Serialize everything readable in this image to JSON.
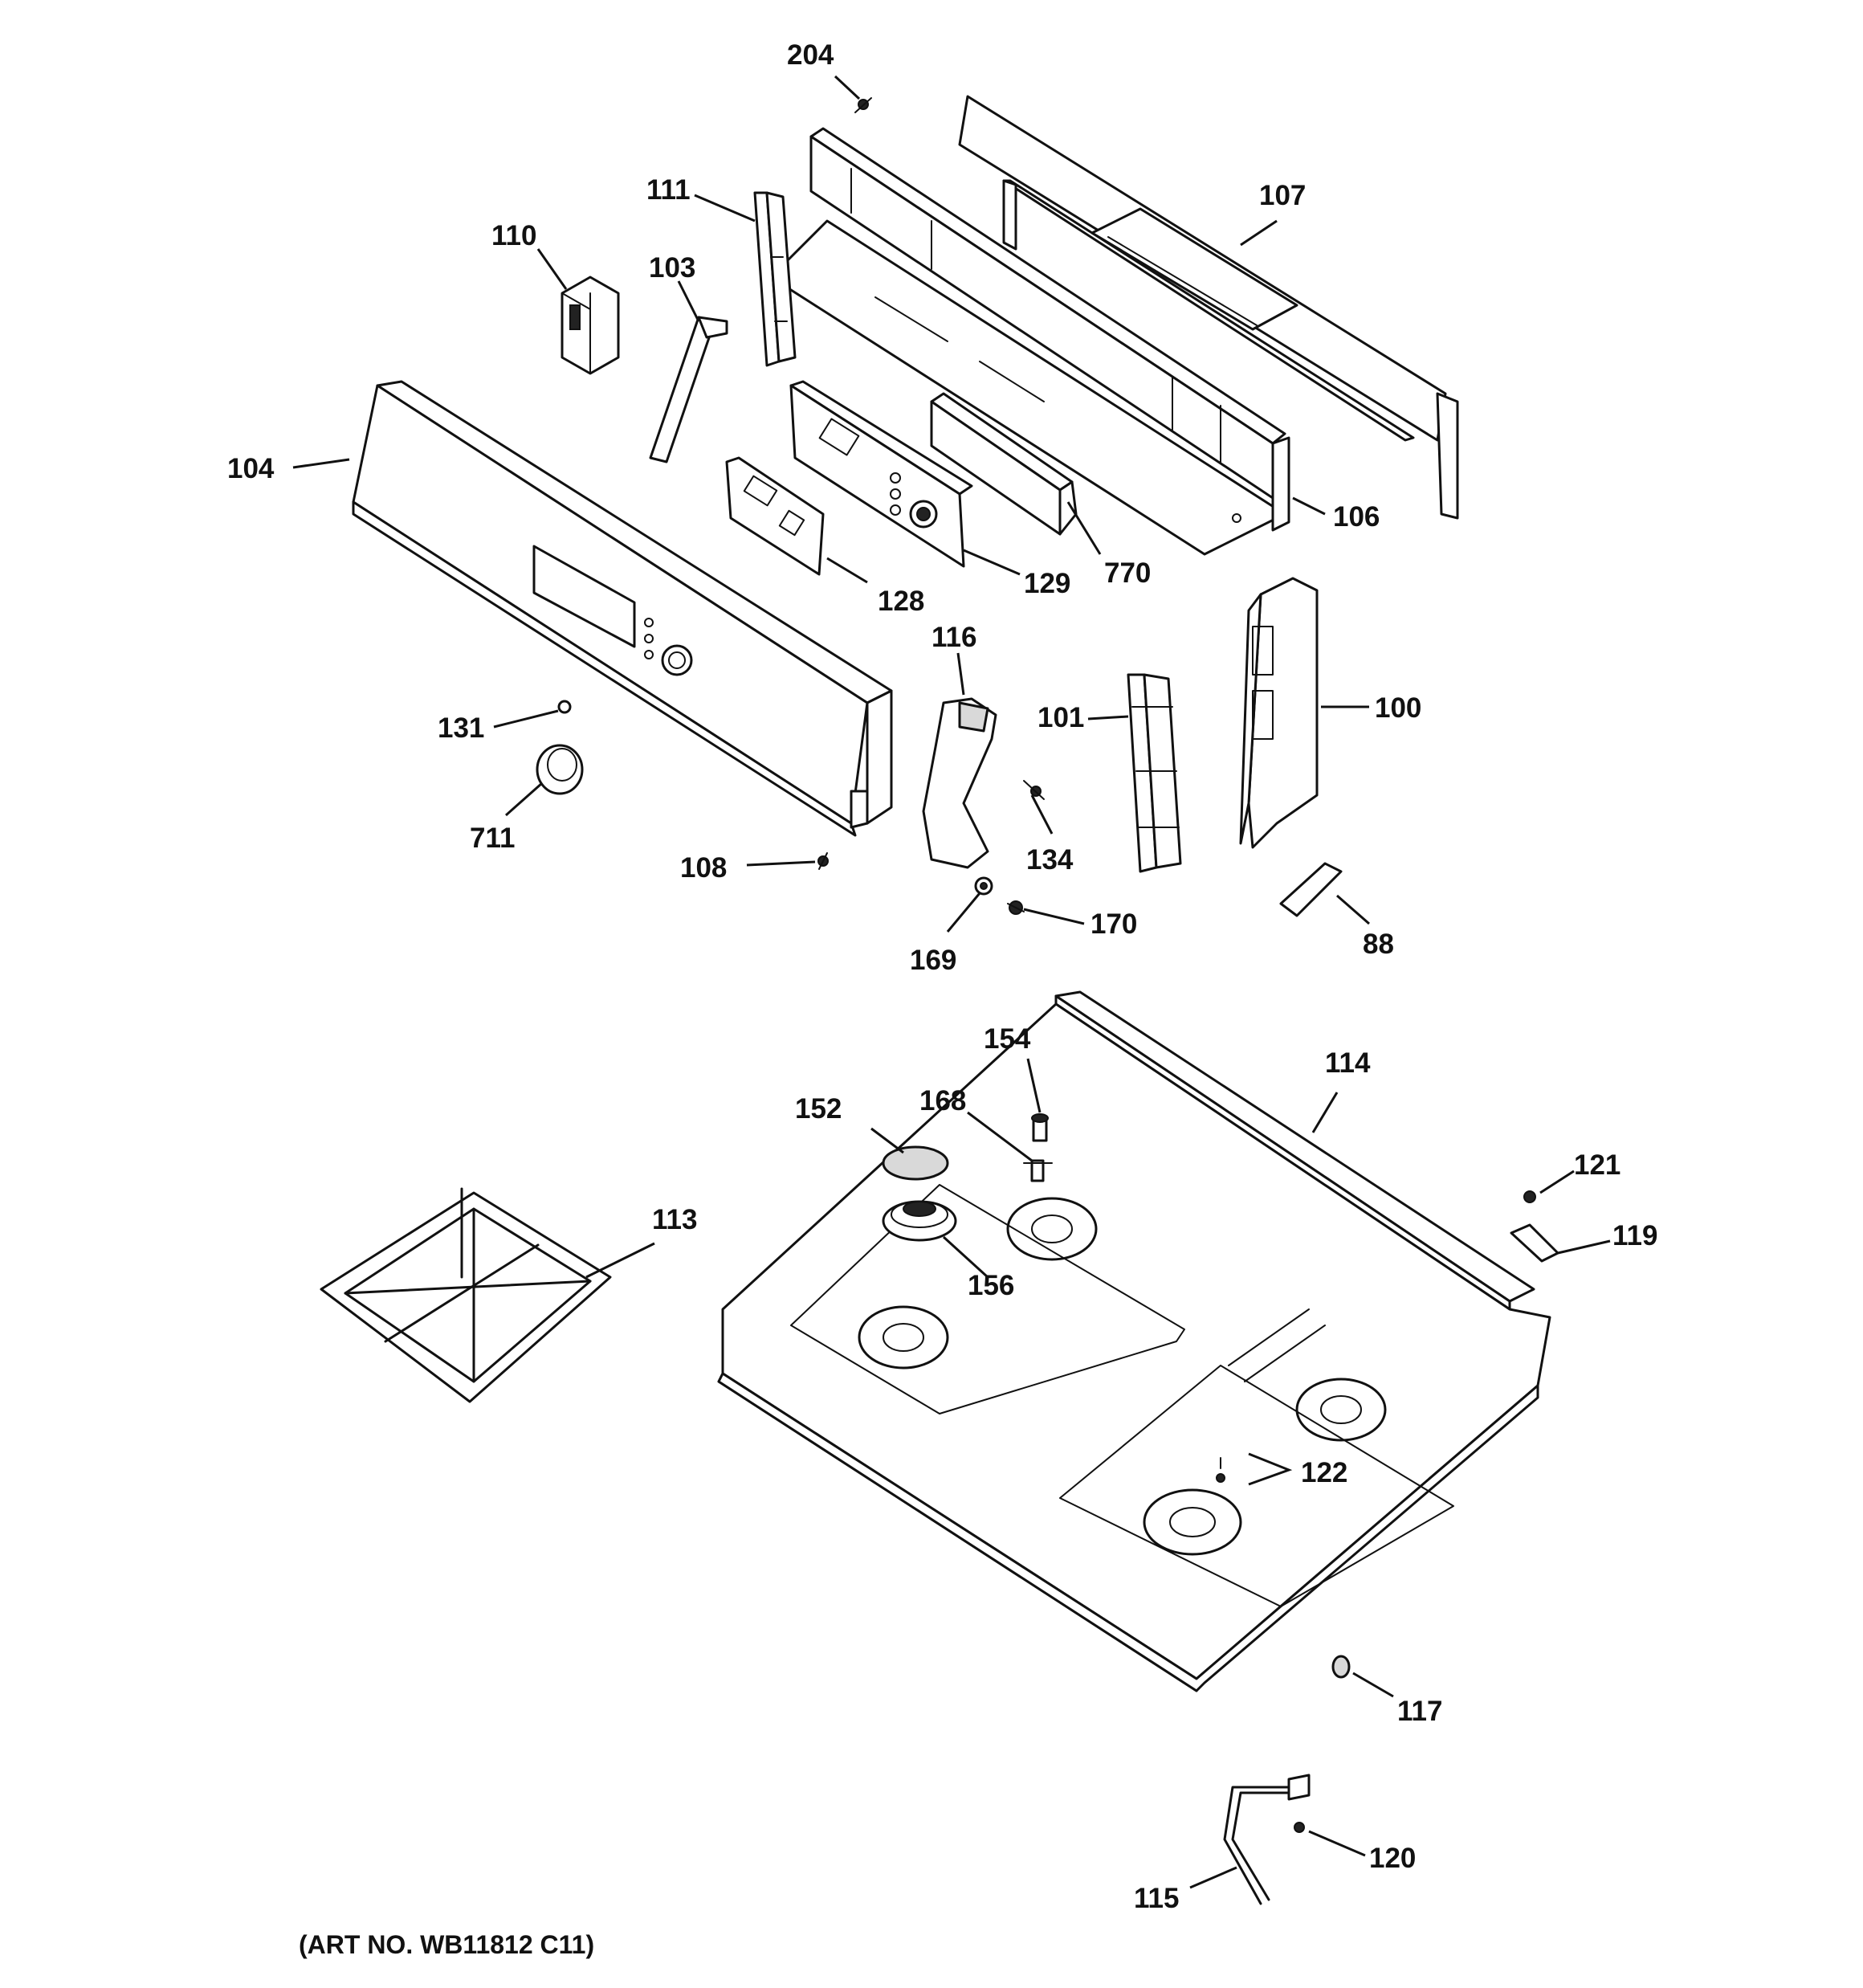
{
  "art_number": "(ART NO. WB11812 C11)",
  "callouts": [
    {
      "id": "204",
      "label": "204"
    },
    {
      "id": "107",
      "label": "107"
    },
    {
      "id": "111",
      "label": "111"
    },
    {
      "id": "110",
      "label": "110"
    },
    {
      "id": "103",
      "label": "103"
    },
    {
      "id": "104",
      "label": "104"
    },
    {
      "id": "106",
      "label": "106"
    },
    {
      "id": "128",
      "label": "128"
    },
    {
      "id": "129",
      "label": "129"
    },
    {
      "id": "770",
      "label": "770"
    },
    {
      "id": "116",
      "label": "116"
    },
    {
      "id": "101",
      "label": "101"
    },
    {
      "id": "100",
      "label": "100"
    },
    {
      "id": "131",
      "label": "131"
    },
    {
      "id": "711",
      "label": "711"
    },
    {
      "id": "134",
      "label": "134"
    },
    {
      "id": "108",
      "label": "108"
    },
    {
      "id": "170",
      "label": "170"
    },
    {
      "id": "169",
      "label": "169"
    },
    {
      "id": "88",
      "label": "88"
    },
    {
      "id": "154",
      "label": "154"
    },
    {
      "id": "114",
      "label": "114"
    },
    {
      "id": "152",
      "label": "152"
    },
    {
      "id": "168",
      "label": "168"
    },
    {
      "id": "113",
      "label": "113"
    },
    {
      "id": "121",
      "label": "121"
    },
    {
      "id": "119",
      "label": "119"
    },
    {
      "id": "156",
      "label": "156"
    },
    {
      "id": "122",
      "label": "122"
    },
    {
      "id": "117",
      "label": "117"
    },
    {
      "id": "120",
      "label": "120"
    },
    {
      "id": "115",
      "label": "115"
    }
  ]
}
